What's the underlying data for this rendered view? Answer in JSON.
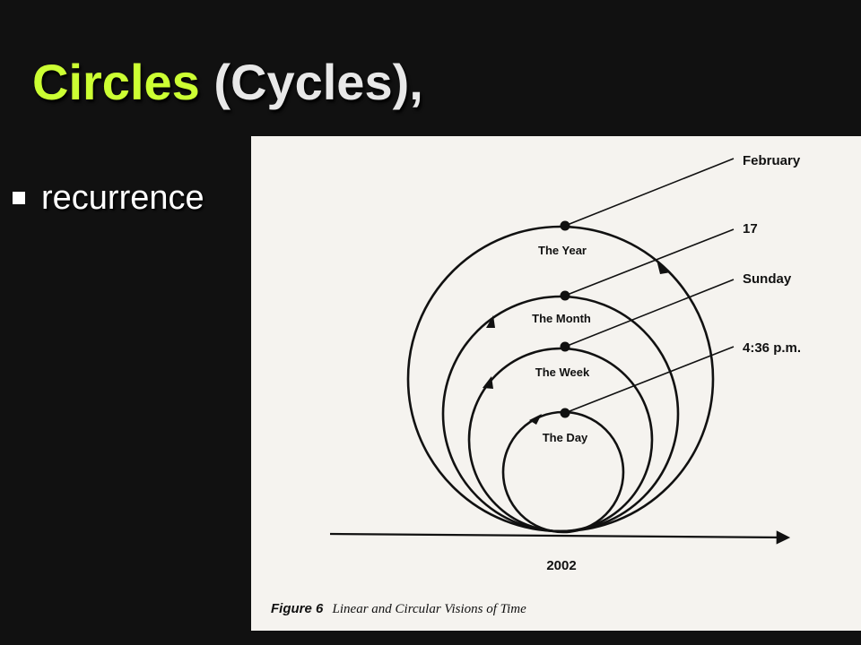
{
  "slide": {
    "title_part1": "Circles",
    "title_part2": "(Cycles),",
    "bullets": [
      "recurrence"
    ],
    "colors": {
      "title_accent": "#ccff33",
      "title_rest": "#e8e8e8",
      "background": "#111111"
    }
  },
  "figure": {
    "circles": {
      "year": "The Year",
      "month": "The Month",
      "week": "The Week",
      "day": "The Day"
    },
    "pointers": {
      "month_label": "February",
      "day_label": "17",
      "weekday_label": "Sunday",
      "time_label": "4:36 p.m."
    },
    "timeline_year": "2002",
    "caption_prefix": "Figure 6",
    "caption_text": "Linear and Circular Visions of Time"
  }
}
